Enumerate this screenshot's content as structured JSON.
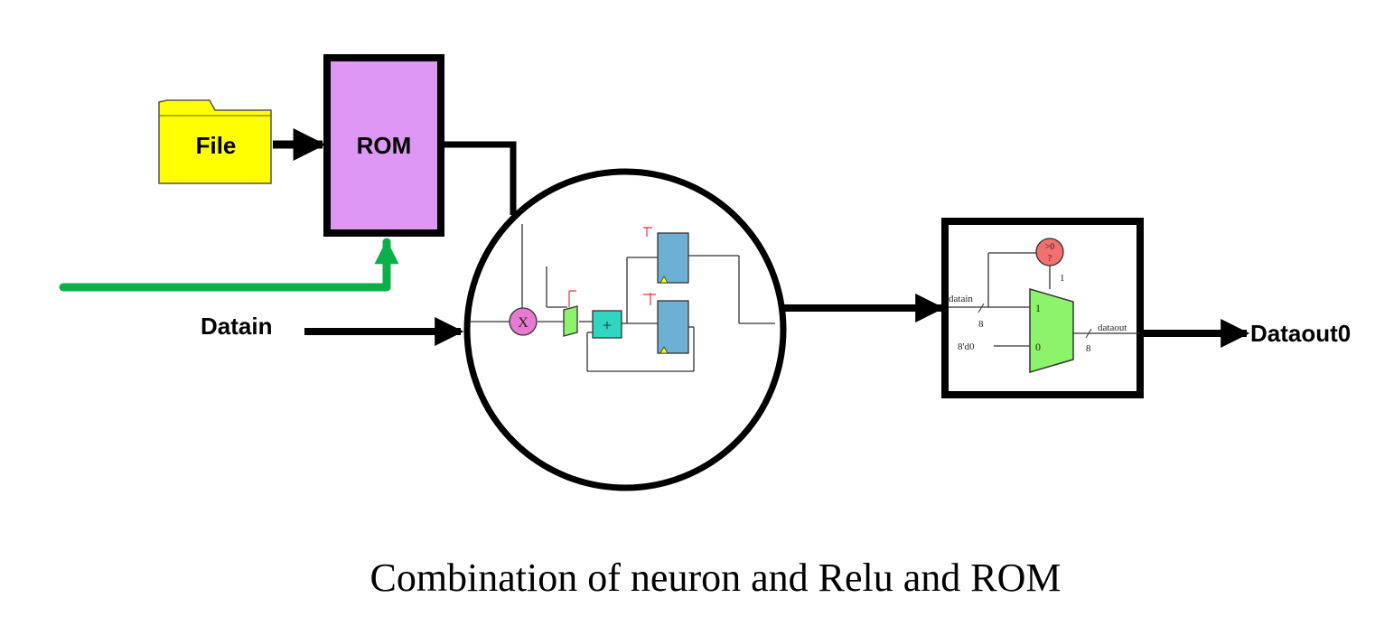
{
  "diagram": {
    "file_label": "File",
    "rom_label": "ROM",
    "datain_label": "Datain",
    "dataout_label": "Dataout0",
    "caption": "Combination of neuron and Relu and ROM",
    "neuron": {
      "multiplier_symbol": "X",
      "adder_symbol": "+"
    },
    "relu": {
      "datain_label": "datain",
      "dataout_label": "dataout",
      "compare_label": ">0",
      "compare_q": "?",
      "one_label": "1",
      "mux_in1": "1",
      "mux_in0": "0",
      "zero_const": "8'd0",
      "width_in": "8",
      "width_out": "8"
    },
    "colors": {
      "file": "#ffff00",
      "rom": "#df97f5",
      "control_arrow": "#0bb04b",
      "multiplier": "#e97ad2",
      "adder": "#2fd7c0",
      "register": "#6eb0d3",
      "mux": "#8cf36a",
      "compare": "#f2716f"
    }
  }
}
